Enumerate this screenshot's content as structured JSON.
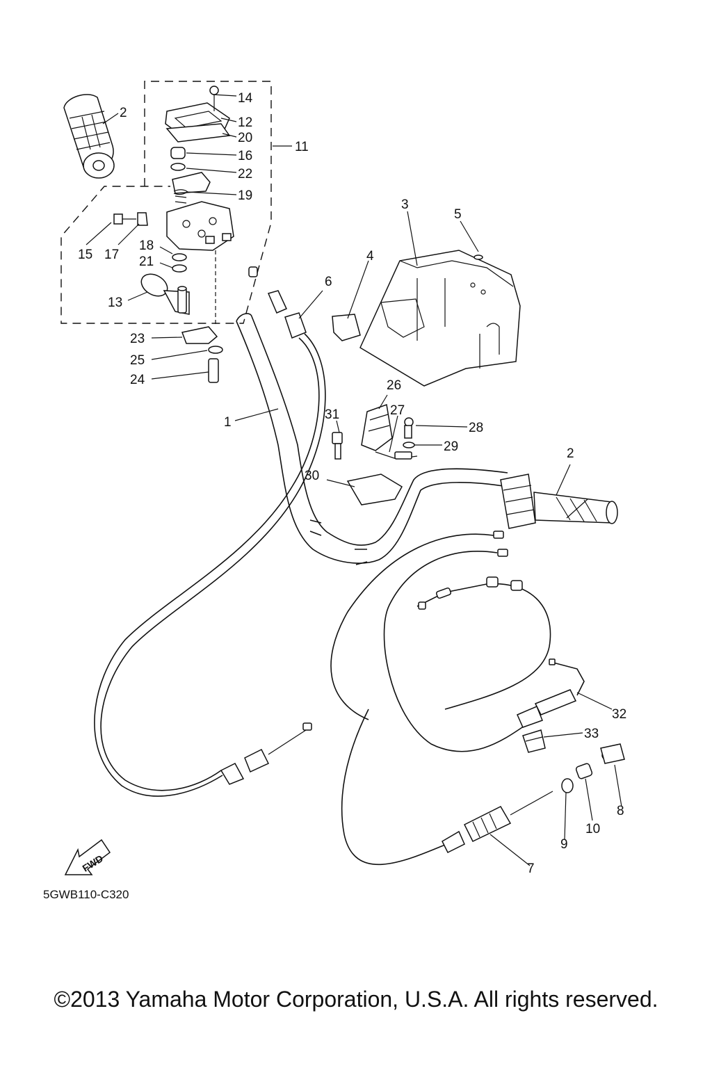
{
  "callouts": [
    {
      "id": "c1",
      "text": "1"
    },
    {
      "id": "c2a",
      "text": "2"
    },
    {
      "id": "c2b",
      "text": "2"
    },
    {
      "id": "c3",
      "text": "3"
    },
    {
      "id": "c4",
      "text": "4"
    },
    {
      "id": "c5",
      "text": "5"
    },
    {
      "id": "c6",
      "text": "6"
    },
    {
      "id": "c7",
      "text": "7"
    },
    {
      "id": "c8",
      "text": "8"
    },
    {
      "id": "c9",
      "text": "9"
    },
    {
      "id": "c10",
      "text": "10"
    },
    {
      "id": "c11",
      "text": "11"
    },
    {
      "id": "c12",
      "text": "12"
    },
    {
      "id": "c13",
      "text": "13"
    },
    {
      "id": "c14",
      "text": "14"
    },
    {
      "id": "c15",
      "text": "15"
    },
    {
      "id": "c16",
      "text": "16"
    },
    {
      "id": "c17",
      "text": "17"
    },
    {
      "id": "c18",
      "text": "18"
    },
    {
      "id": "c19",
      "text": "19"
    },
    {
      "id": "c20",
      "text": "20"
    },
    {
      "id": "c21",
      "text": "21"
    },
    {
      "id": "c22",
      "text": "22"
    },
    {
      "id": "c23",
      "text": "23"
    },
    {
      "id": "c24",
      "text": "24"
    },
    {
      "id": "c25",
      "text": "25"
    },
    {
      "id": "c26",
      "text": "26"
    },
    {
      "id": "c27",
      "text": "27"
    },
    {
      "id": "c28",
      "text": "28"
    },
    {
      "id": "c29",
      "text": "29"
    },
    {
      "id": "c30",
      "text": "30"
    },
    {
      "id": "c31",
      "text": "31"
    },
    {
      "id": "c32",
      "text": "32"
    },
    {
      "id": "c33",
      "text": "33"
    }
  ],
  "fwd_label": "FWD",
  "diagram_code": "5GWB110-C320",
  "copyright": "©2013 Yamaha Motor Corporation, U.S.A. All rights reserved."
}
